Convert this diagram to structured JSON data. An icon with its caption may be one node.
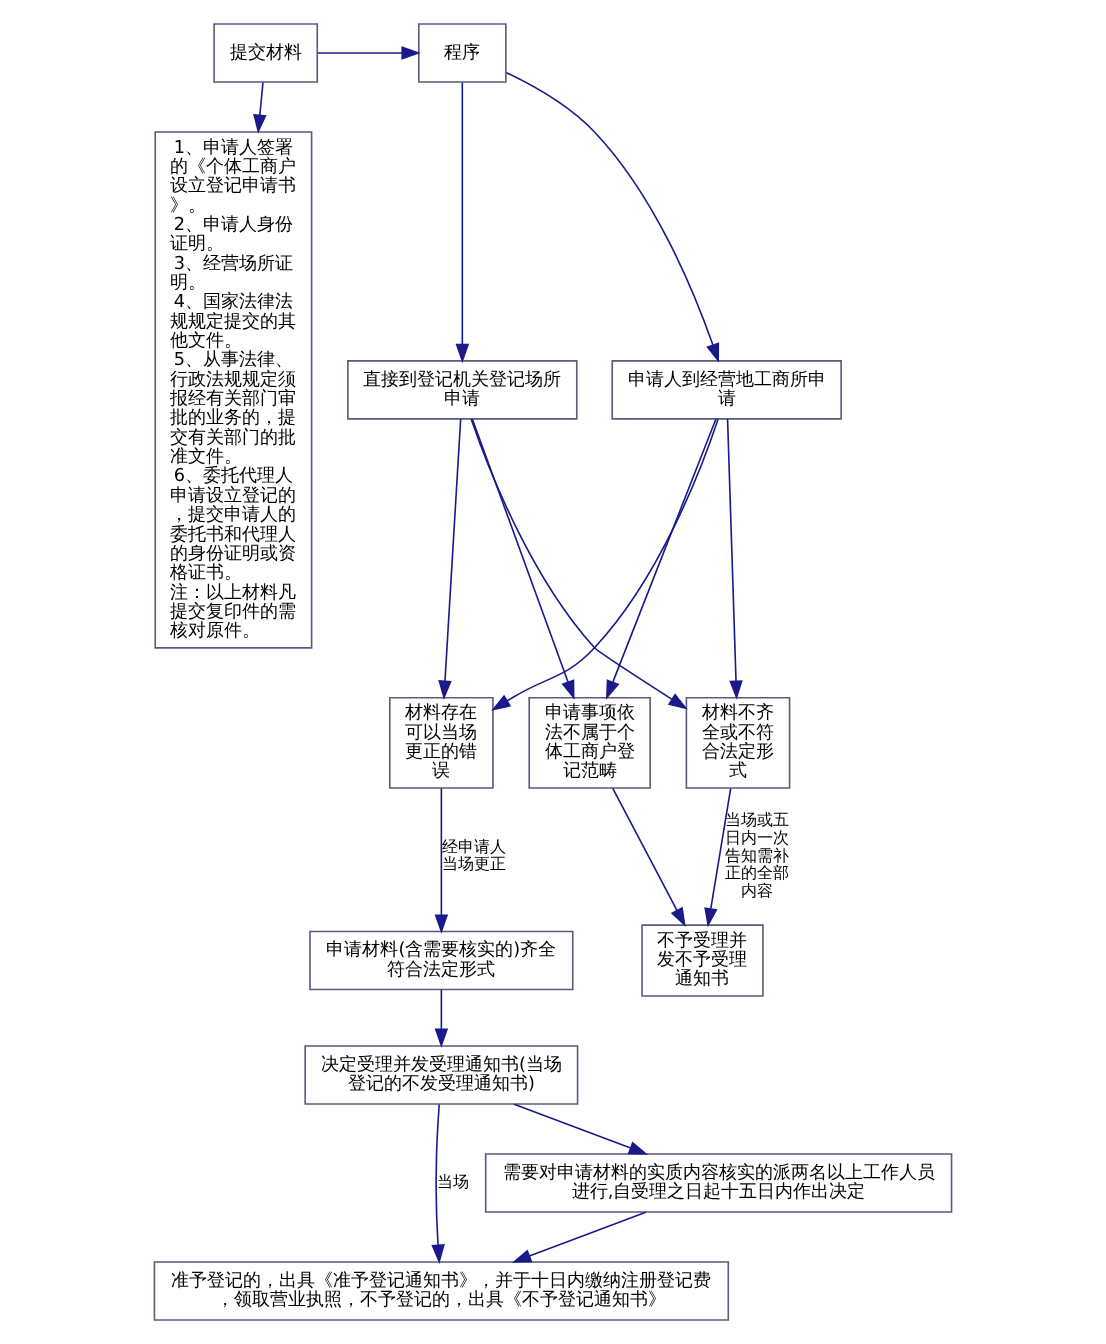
{
  "diagram": {
    "nodes": [
      {
        "text": [
          "程序"
        ]
      },
      {
        "text": [
          "提交材料"
        ]
      },
      {
        "text": [
          "申请人到经营地工商所申请"
        ]
      },
      {
        "text": [
          "直接到登记机关登记场所申请"
        ]
      },
      {
        "text": [
          "材料存在可以当场更正的错误"
        ]
      },
      {
        "text": [
          "材料不齐全或不符合法定形式"
        ]
      },
      {
        "text": [
          "申请事项依法不属于个体工商户登记范畴"
        ]
      },
      {
        "text": [
          "不予受理并发不予受理通知书"
        ]
      },
      {
        "text": [
          "申请材料(含需要核实的)齐全符合法定形式"
        ]
      },
      {
        "text": [
          "决定受理并发受理通知书(当场登记的不发受理通知书)"
        ]
      },
      {
        "text": [
          "需要对申请材料的实质内容核实的派两名以上工作人员进行,自受理之日起十五日内作出决定"
        ]
      },
      {
        "text": [
          "准予登记的，出具《准予登记通知书》，并于十日内缴纳注册登记费，领取营业执照，不予登记的，出具《不予登记通知书》"
        ]
      },
      {
        "text": [
          "1、申请人签署的《个体工商户设立登记申请书》。",
          "2、申请人身份证明。",
          "3、经营场所证明。",
          "4、国家法律法规规定提交的其他文件。",
          "5、从事法律、行政法规规定须报经有关部门审批的业务的，提交有关部门的批准文件。",
          "6、委托代理人申请设立登记的，提交申请人的委托书和代理人的身份证明或资格证书。",
          "注：以上材料凡提交复印件的需核对原件。"
        ]
      }
    ],
    "edges": [
      {
        "from": 1,
        "to": 0,
        "arrow": "to"
      },
      {
        "from": 0,
        "to": 2,
        "arrow": "to"
      },
      {
        "from": 0,
        "to": 3,
        "arrow": "to"
      },
      {
        "from": 2,
        "to": 4,
        "arrow": "to"
      },
      {
        "from": 2,
        "to": 5,
        "arrow": "to"
      },
      {
        "from": 2,
        "to": 6,
        "arrow": "to"
      },
      {
        "from": 3,
        "to": 4,
        "arrow": "to"
      },
      {
        "from": 3,
        "to": 5,
        "arrow": "to"
      },
      {
        "from": 3,
        "to": 6,
        "arrow": "to"
      },
      {
        "from": 4,
        "to": 8,
        "arrow": "to",
        "label": "经申请人当场更正"
      },
      {
        "from": 5,
        "to": 7,
        "arrow": "to",
        "label": "当场或五日内一次告知需补正的全部内容"
      },
      {
        "from": 6,
        "to": 7,
        "arrow": "to"
      },
      {
        "from": 8,
        "to": 9,
        "arrow": "to"
      },
      {
        "from": 9,
        "to": 11,
        "arrow": "to",
        "label": "当场"
      },
      {
        "from": 9,
        "to": 10,
        "arrow": "to"
      },
      {
        "from": 10,
        "to": 11,
        "arrow": "to"
      },
      {
        "from": 1,
        "to": 12,
        "arrow": "to"
      }
    ]
  }
}
